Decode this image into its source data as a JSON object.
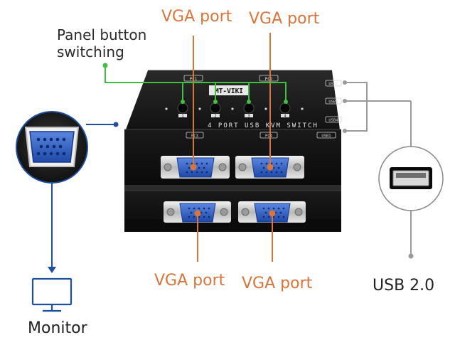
{
  "labels": {
    "vga_port_top_left": "VGA port",
    "vga_port_top_right": "VGA port",
    "vga_port_bottom_left": "VGA port",
    "vga_port_bottom_right": "VGA port",
    "panel_button_line1": "Panel button",
    "panel_button_line2": "switching",
    "monitor": "Monitor",
    "usb": "USB 2.0"
  },
  "device": {
    "brand_badge": "MT-VIKI",
    "model_text": "4 PORT USB KVM SWITCH",
    "top_pc_tags": [
      "PC1",
      "PC2"
    ],
    "front_pc_tags": [
      "PC3",
      "PC4",
      "USB1"
    ],
    "side_usb_tags": [
      "USB2",
      "USB3",
      "USB4"
    ],
    "button_numbers": [
      "1",
      "2",
      "3",
      "4"
    ]
  },
  "colors": {
    "vga_callout": "#d9743a",
    "panel_callout": "#3ec23e",
    "monitor_callout": "#1e4fa0",
    "usb_callout": "#9a9a9a",
    "device_body": "#1b1b1b",
    "vga_connector": "#2f5ec9"
  },
  "icons": {
    "monitor": "monitor-icon",
    "usb": "usb-port-icon",
    "vga_zoom": "vga-connector-zoom-icon"
  }
}
